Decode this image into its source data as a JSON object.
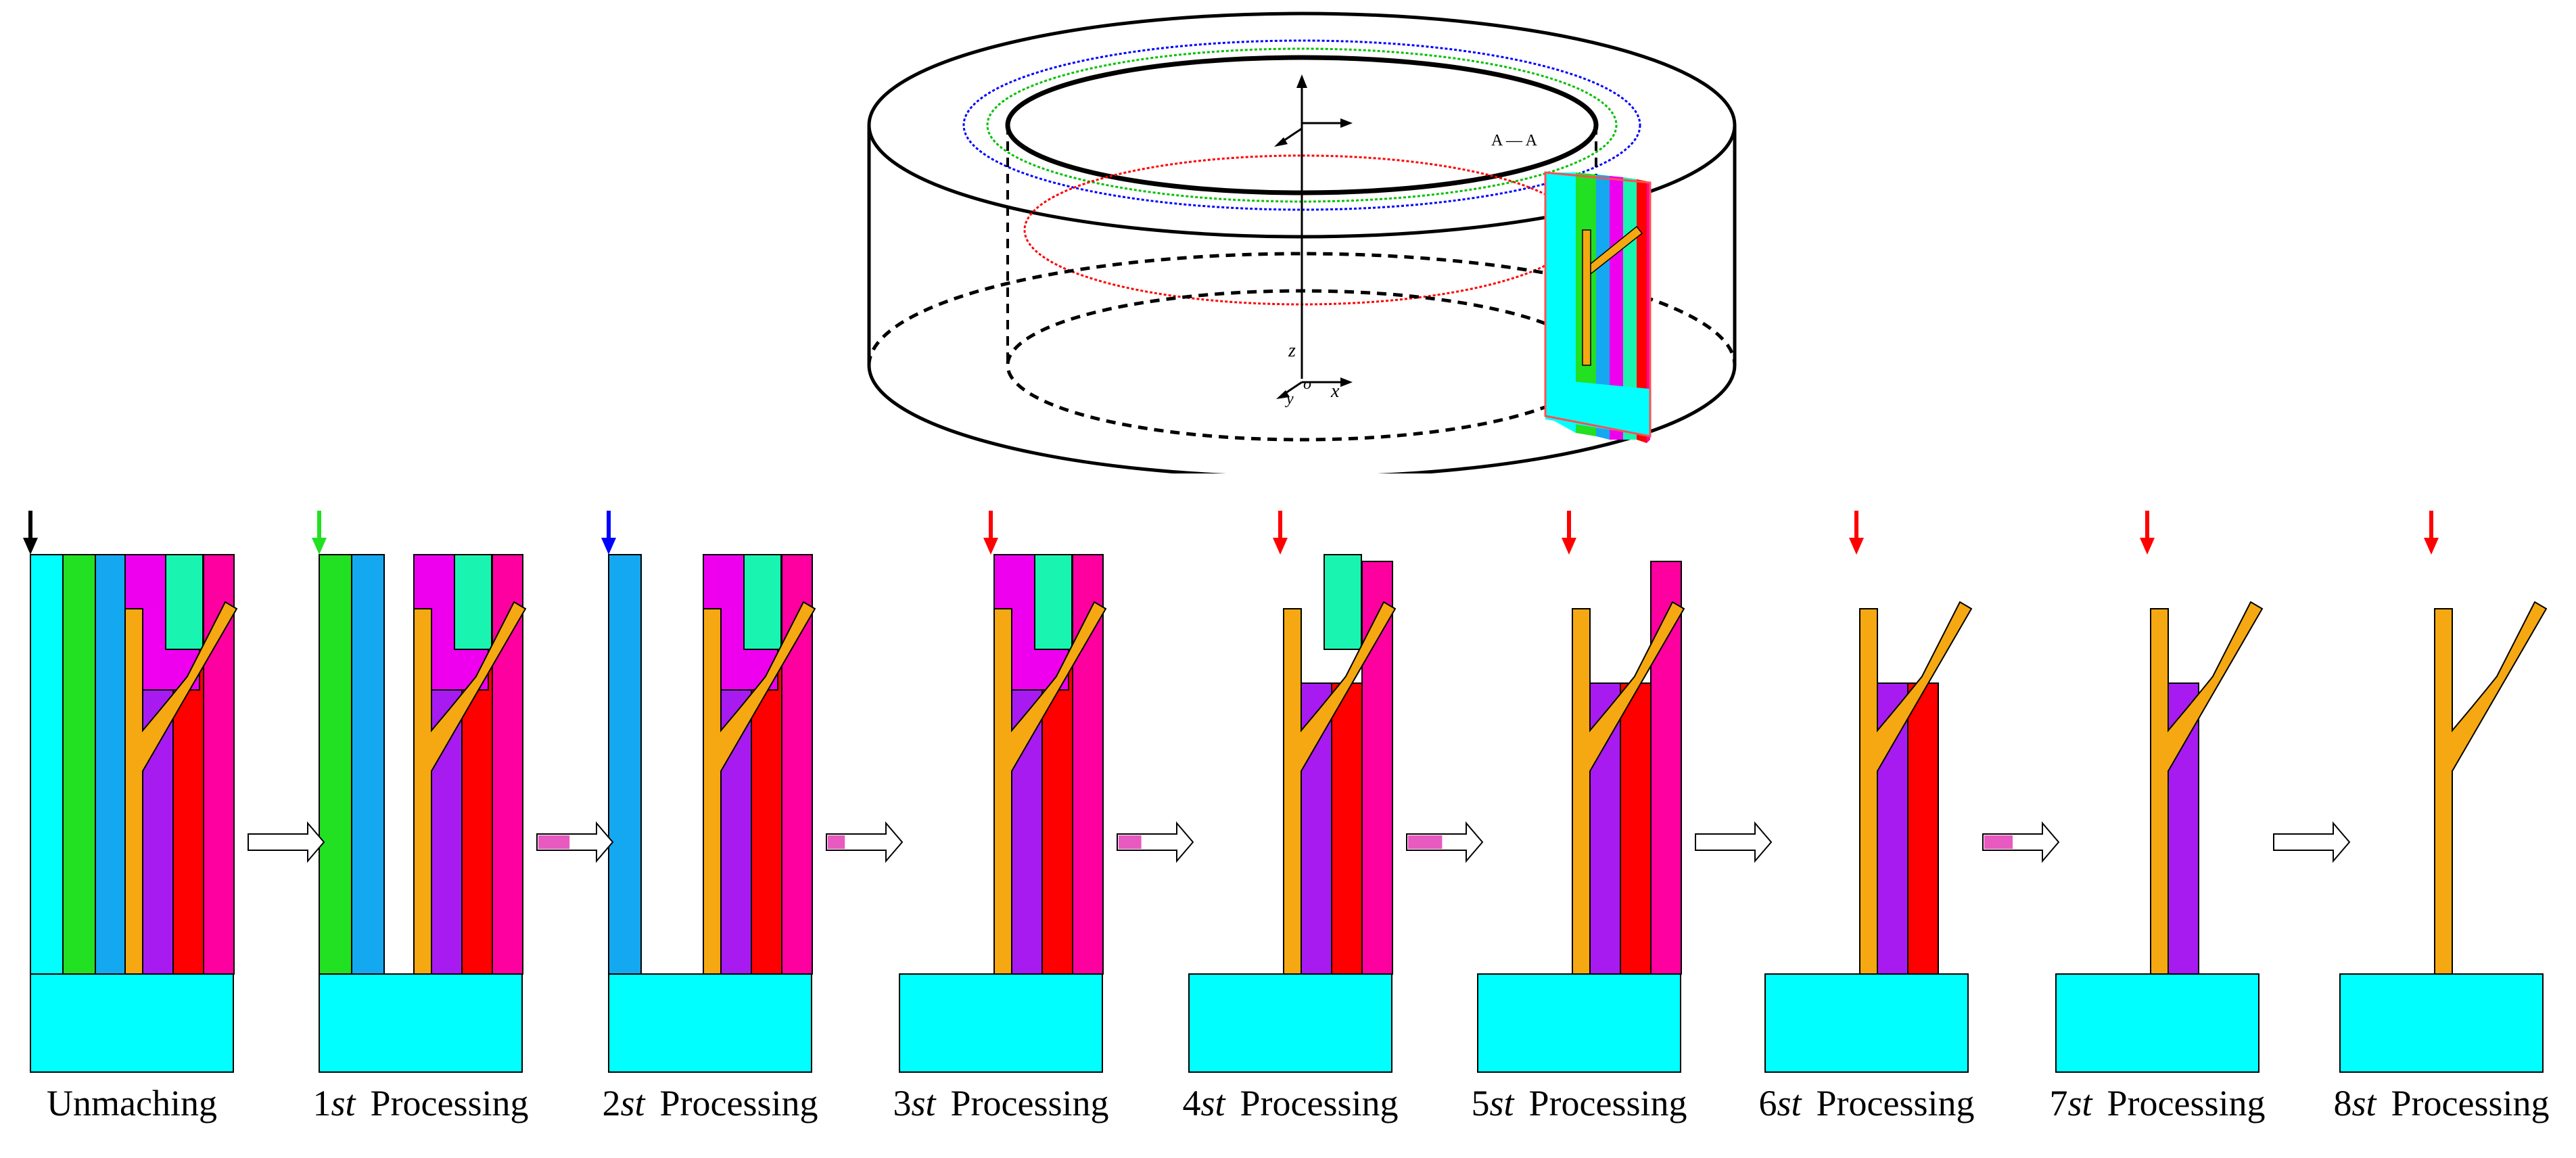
{
  "colors": {
    "base": "#00FFFF",
    "layer1": "#00FFFF",
    "layer2": "#22E022",
    "layer3": "#14A8F0",
    "layer4": "#EE00EE",
    "layer5": "#19F5B0",
    "blade": "#F5A811",
    "purple": "#A81BF0",
    "red": "#FF0000",
    "pink": "#FF00A0",
    "arrow_black": "#000000",
    "arrow_green": "#22E022",
    "arrow_blue": "#0000FF",
    "arrow_red": "#FF0000",
    "progress_fill": "#E85AC0",
    "ring_blue": "#0000FF",
    "ring_green": "#00C000",
    "ring_red": "#FF0000"
  },
  "ring_figure": {
    "section_label": "A — A",
    "axis_labels": {
      "z": "z",
      "x": "x",
      "y": "y",
      "o": "o"
    }
  },
  "stages": [
    {
      "ordinal": "",
      "word": "Unmaching",
      "arrow_color": "arrow_black",
      "removed_layers": 0
    },
    {
      "ordinal": "1st",
      "word": "Processing",
      "arrow_color": "arrow_green",
      "removed_layers": 1
    },
    {
      "ordinal": "2st",
      "word": "Processing",
      "arrow_color": "arrow_blue",
      "removed_layers": 2
    },
    {
      "ordinal": "3st",
      "word": "Processing",
      "arrow_color": "arrow_red",
      "removed_layers": 3
    },
    {
      "ordinal": "4st",
      "word": "Processing",
      "arrow_color": "arrow_red",
      "removed_layers": 4
    },
    {
      "ordinal": "5st",
      "word": "Processing",
      "arrow_color": "arrow_red",
      "removed_layers": 5
    },
    {
      "ordinal": "6st",
      "word": "Processing",
      "arrow_color": "arrow_red",
      "removed_layers": 6
    },
    {
      "ordinal": "7st",
      "word": "Processing",
      "arrow_color": "arrow_red",
      "removed_layers": 7
    },
    {
      "ordinal": "8st",
      "word": "Processing",
      "arrow_color": "arrow_red",
      "removed_layers": 8
    }
  ],
  "transitions": [
    {
      "progress": 0.0
    },
    {
      "progress": 0.55
    },
    {
      "progress": 0.3
    },
    {
      "progress": 0.4
    },
    {
      "progress": 0.6
    },
    {
      "progress": 0.0
    },
    {
      "progress": 0.5
    },
    {
      "progress": 0.0
    }
  ]
}
